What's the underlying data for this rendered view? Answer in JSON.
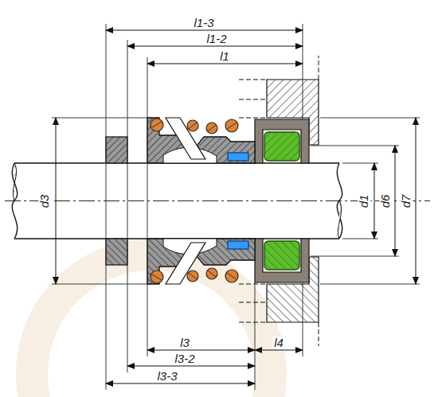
{
  "diagram": {
    "labels": [
      "l1-3",
      "l1-2",
      "l1",
      "d3",
      "d1",
      "d6",
      "d7",
      "l3",
      "l4",
      "l3-2",
      "l3-3"
    ]
  }
}
